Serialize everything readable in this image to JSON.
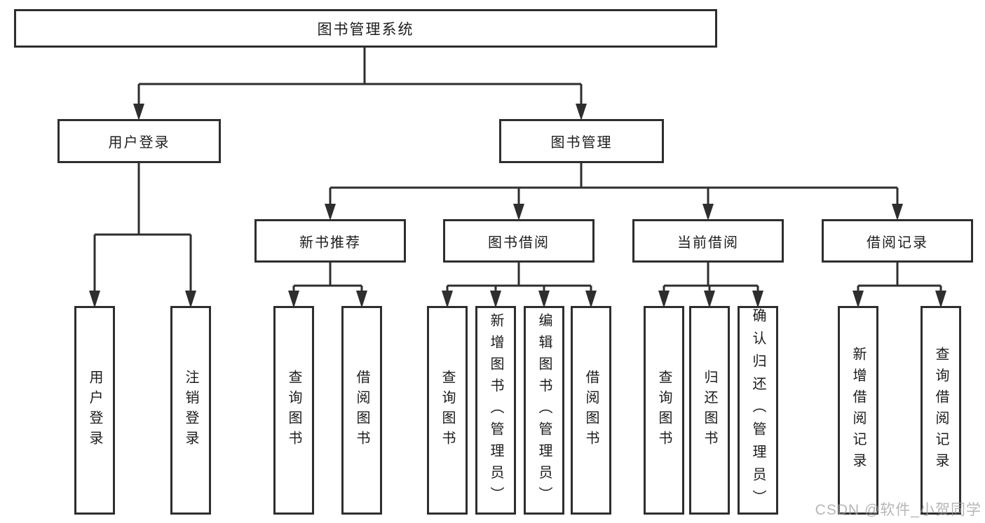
{
  "diagram": {
    "type": "hierarchy-structure-chart",
    "root": {
      "label": "图书管理系统"
    },
    "branches": [
      {
        "label": "用户登录",
        "children": [
          {
            "label": "用户登录"
          },
          {
            "label": "注销登录"
          }
        ]
      },
      {
        "label": "图书管理",
        "children": [
          {
            "label": "新书推荐",
            "children": [
              {
                "label": "查询图书"
              },
              {
                "label": "借阅图书"
              }
            ]
          },
          {
            "label": "图书借阅",
            "children": [
              {
                "label": "查询图书"
              },
              {
                "label": "新增图书（管理员）"
              },
              {
                "label": "编辑图书（管理员）"
              },
              {
                "label": "借阅图书"
              }
            ]
          },
          {
            "label": "当前借阅",
            "children": [
              {
                "label": "查询图书"
              },
              {
                "label": "归还图书"
              },
              {
                "label": "确认归还（管理员）"
              }
            ]
          },
          {
            "label": "借阅记录",
            "children": [
              {
                "label": "新增借阅记录"
              },
              {
                "label": "查询借阅记录"
              }
            ]
          }
        ]
      }
    ]
  },
  "colors": {
    "line": "#2e2e2e",
    "box_border": "#2e2e2e",
    "text": "#1c1c1c",
    "background": "#ffffff",
    "watermark": "#9e9e9e"
  },
  "watermark": {
    "text": "CSDN @软件_小贺同学"
  }
}
